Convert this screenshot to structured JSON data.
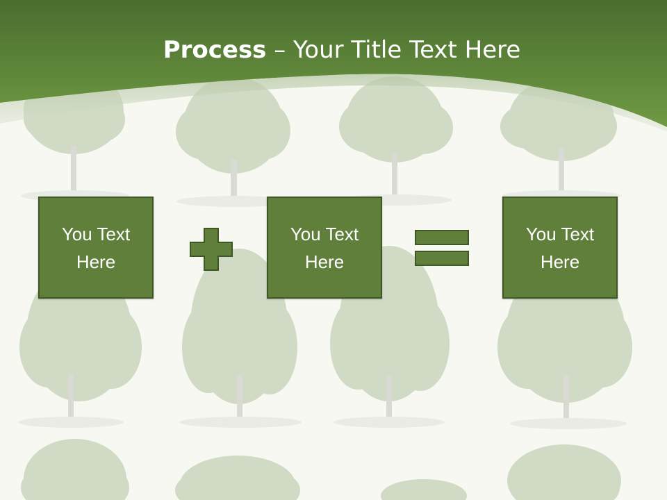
{
  "slide": {
    "title_bold": "Process",
    "title_rest": " – Your Title Text Here",
    "boxes": [
      {
        "text": "You Text Here"
      },
      {
        "text": "You Text Here"
      },
      {
        "text": "You Text Here"
      }
    ],
    "operators": [
      "plus",
      "equals"
    ],
    "colors": {
      "header_dark": "#4a6d2f",
      "header_light": "#6f9a43",
      "box_fill": "#5f7f3b",
      "box_border": "#3d5726",
      "background": "#f6f8f2"
    },
    "icons": {
      "plus": "plus-icon",
      "equals": "equals-icon"
    }
  }
}
